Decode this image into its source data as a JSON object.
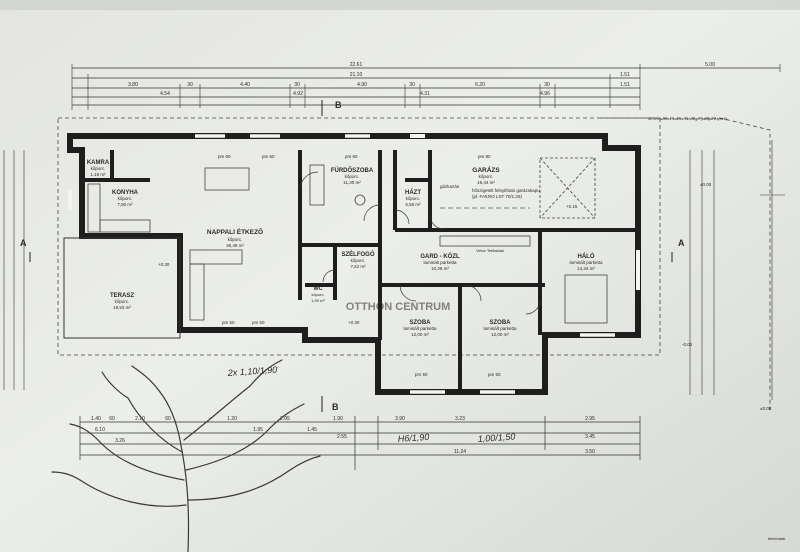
{
  "dims_top": {
    "row1": [
      "22.61"
    ],
    "row2": [
      "21.10",
      "5.00"
    ],
    "row3": [
      "1.51"
    ],
    "row4": [
      "3.80",
      "30",
      "4.40",
      "30",
      "4.90",
      "30",
      "6.20",
      "30",
      "1.51"
    ],
    "row5": [
      "4.54",
      "4.92",
      "4.31",
      "4.96"
    ]
  },
  "dims_bottom": {
    "row1": [
      "1.40",
      "60",
      "2.10",
      "60",
      "1.20",
      "2.05",
      "1.90",
      "3.90",
      "3.23",
      "2.95"
    ],
    "row2": [
      "6.10",
      "1.95",
      "1.45",
      "2.55",
      "3.45"
    ],
    "row3": [
      "3.26",
      "11.24",
      "3.50"
    ]
  },
  "handwritten": [
    "2x 1,10/1,90",
    "H6/1,90",
    "1,00/1,50"
  ],
  "rooms": [
    {
      "name": "KAMRA",
      "floor": "kőporc.",
      "area": "1,19 m²"
    },
    {
      "name": "KONYHA",
      "floor": "kőporc.",
      "area": "7,90 m²"
    },
    {
      "name": "NAPPALI ÉTKEZŐ",
      "floor": "kőporc.",
      "area": "36,48 m²"
    },
    {
      "name": "TERASZ",
      "floor": "kőporc.",
      "area": "19,53 m²"
    },
    {
      "name": "FÜRDŐSZOBA",
      "floor": "kőporc.",
      "area": "11,30 m²"
    },
    {
      "name": "HÁZT",
      "floor": "kőporc.",
      "area": "5,58 m²"
    },
    {
      "name": "GARÁZS",
      "floor": "kőporc.",
      "area": "19,44 m²"
    },
    {
      "name": "SZÉLFOGÓ",
      "floor": "kőporc.",
      "area": "7,22 m²"
    },
    {
      "name": "WC",
      "floor": "kőporc.",
      "area": "1,90 m²"
    },
    {
      "name": "GARD - KÖZL",
      "floor": "laminált parketta",
      "area": "10,28 m²"
    },
    {
      "name": "HÁLÓ",
      "floor": "laminált parketta",
      "area": "14,44 m²"
    },
    {
      "name": "SZOBA",
      "floor": "laminált parketta",
      "area": "12,00 m²"
    },
    {
      "name": "SZOBA",
      "floor": "laminált parketta",
      "area": "12,00 m²"
    }
  ],
  "annotations": {
    "garage_note": "hőszigetelt felnyitható garázskapu",
    "garage_note2": "(pl. FAKRO LST 70/1.25)",
    "gas_meter": "gázkazán",
    "fence_note": "30 cm széles kavics szivárgó (talajkihelyező)",
    "sill_label": "pm 60",
    "sill_label2": "pm 80",
    "sill_label3": "pm 50",
    "level_zero": "±0.00",
    "level_minus": "-0.02",
    "level_plus": "+0.30",
    "level_plus2": "+0.15",
    "level_plus3": "+0.30",
    "velux": "Velux Tetőablak",
    "section_a": "A",
    "section_b": "B",
    "watermark": "OTTHON CENTRUM",
    "bottom_right": "telekhatár"
  }
}
